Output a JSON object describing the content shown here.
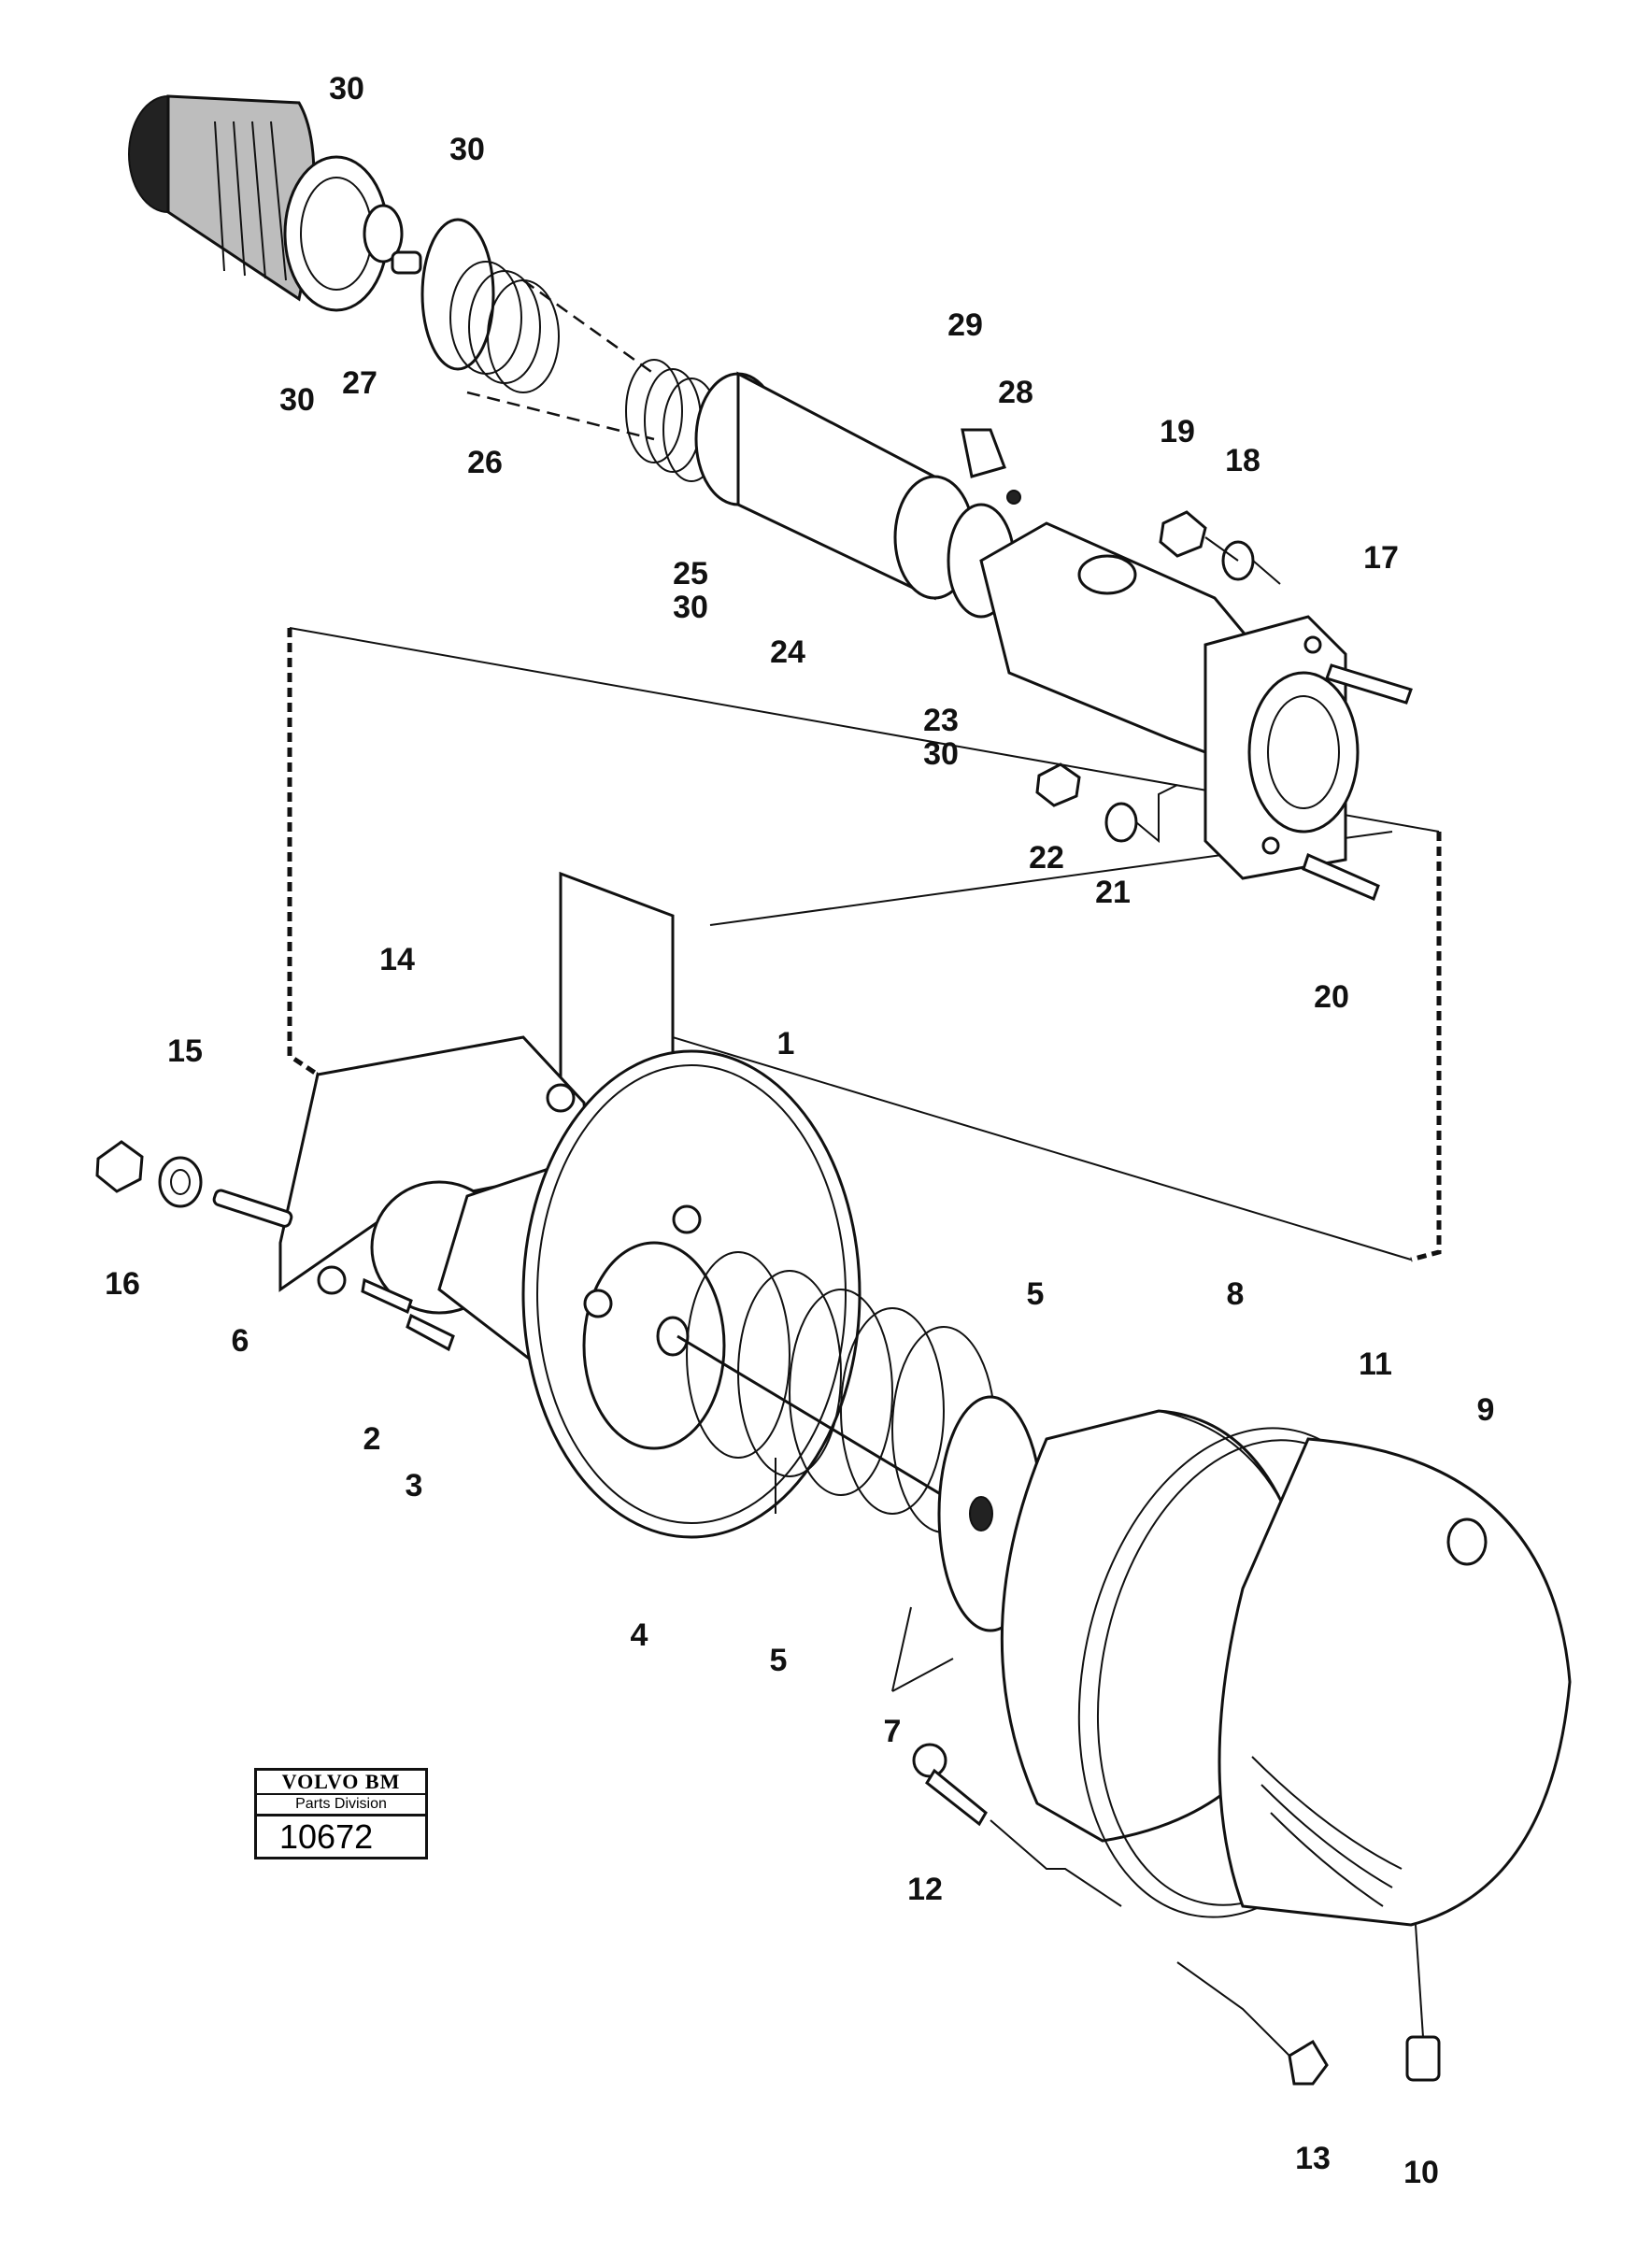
{
  "callouts": [
    "30",
    "30",
    "30",
    "27",
    "26",
    "29",
    "28",
    "19",
    "18",
    "17",
    "25\n30",
    "24",
    "23\n30",
    "22",
    "21",
    "20",
    "14",
    "15",
    "16",
    "6",
    "2",
    "3",
    "1",
    "4",
    "5",
    "5",
    "8",
    "11",
    "9",
    "7",
    "12",
    "13",
    "10"
  ],
  "logo": {
    "brand": "VOLVO BM",
    "division": "Parts Division",
    "number": "10672"
  }
}
